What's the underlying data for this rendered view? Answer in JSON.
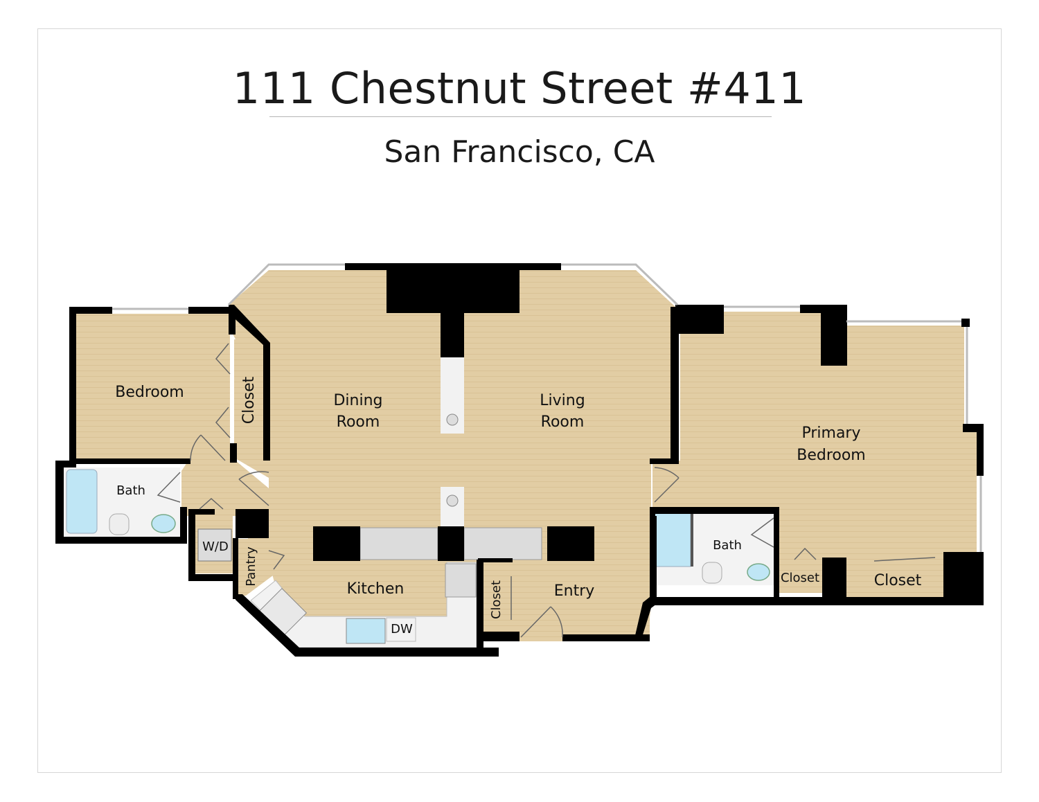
{
  "header": {
    "title": "111 Chestnut Street #411",
    "subtitle": "San Francisco, CA"
  },
  "rooms": {
    "bedroom": "Bedroom",
    "bedroom_closet": "Closet",
    "dining_1": "Dining",
    "dining_2": "Room",
    "living_1": "Living",
    "living_2": "Room",
    "primary_1": "Primary",
    "primary_2": "Bedroom",
    "bath_left": "Bath",
    "bath_right": "Bath",
    "wd": "W/D",
    "pantry": "Pantry",
    "kitchen": "Kitchen",
    "dw": "DW",
    "entry_closet": "Closet",
    "entry": "Entry",
    "primary_closet_small": "Closet",
    "primary_closet_large": "Closet"
  },
  "colors": {
    "floor": "#e2cda4",
    "wall": "#000000",
    "tile": "#f1f1f1",
    "tub": "#bfe6f5",
    "counter": "#dcdcdc"
  }
}
